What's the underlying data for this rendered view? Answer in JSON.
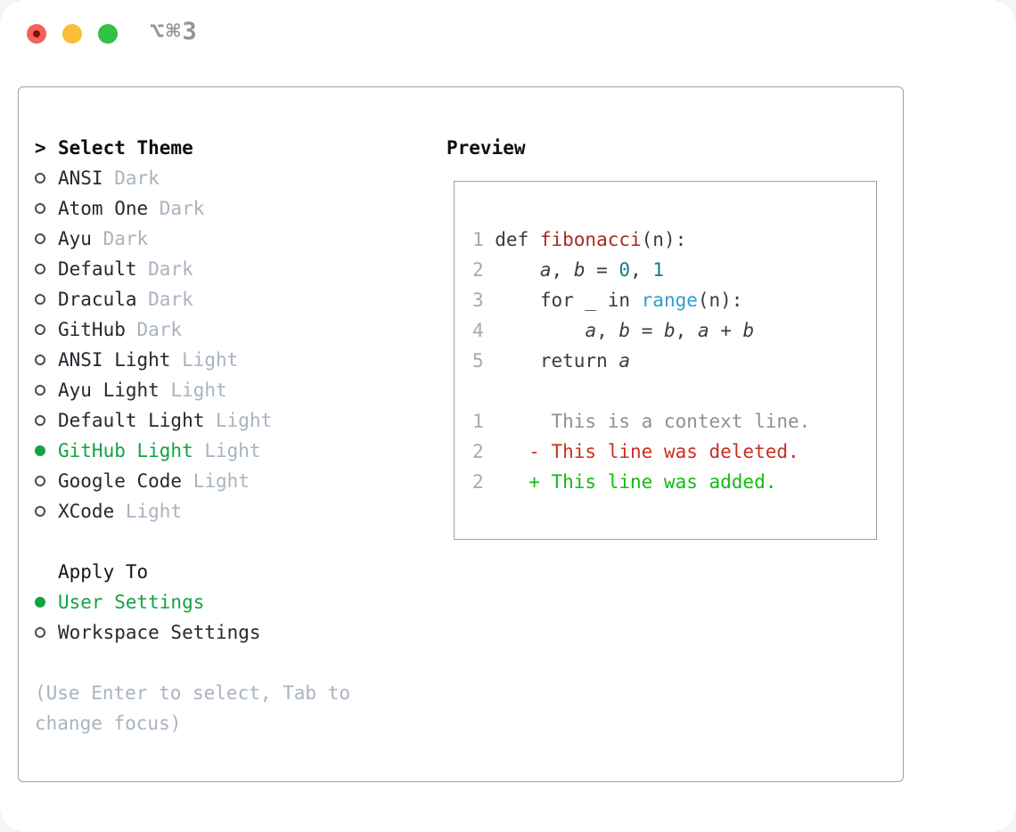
{
  "window": {
    "title": "⌥⌘3",
    "traffic_lights": {
      "close_color": "#f6605a",
      "close_dot_color": "#7e120a",
      "minimize_color": "#f9bd39",
      "zoom_color": "#32c144"
    }
  },
  "colors": {
    "panel_border": "#99a1aa",
    "selected_green": "#12a341",
    "muted_gray": "#a9b3bf",
    "code_text": "#373d44",
    "function_red": "#ab2a1e",
    "number_teal": "#137a85",
    "builtin_blue": "#2e9dd4",
    "diff_deleted_red": "#c92f1f",
    "diff_added_green": "#10bd10",
    "diff_context_gray": "#8a9199"
  },
  "theme_section": {
    "header_prefix": ">",
    "header": "Select Theme",
    "items": [
      {
        "name": "ANSI",
        "variant": "Dark",
        "selected": false
      },
      {
        "name": "Atom One",
        "variant": "Dark",
        "selected": false
      },
      {
        "name": "Ayu",
        "variant": "Dark",
        "selected": false
      },
      {
        "name": "Default",
        "variant": "Dark",
        "selected": false
      },
      {
        "name": "Dracula",
        "variant": "Dark",
        "selected": false
      },
      {
        "name": "GitHub",
        "variant": "Dark",
        "selected": false
      },
      {
        "name": "ANSI Light",
        "variant": "Light",
        "selected": false
      },
      {
        "name": "Ayu Light",
        "variant": "Light",
        "selected": false
      },
      {
        "name": "Default Light",
        "variant": "Light",
        "selected": false
      },
      {
        "name": "GitHub Light",
        "variant": "Light",
        "selected": true
      },
      {
        "name": "Google Code",
        "variant": "Light",
        "selected": false
      },
      {
        "name": "XCode",
        "variant": "Light",
        "selected": false
      }
    ]
  },
  "apply_section": {
    "header": "Apply To",
    "items": [
      {
        "label": "User Settings",
        "selected": true
      },
      {
        "label": "Workspace Settings",
        "selected": false
      }
    ]
  },
  "hint": {
    "line1": "(Use Enter to select, Tab to",
    "line2": "change focus)"
  },
  "preview": {
    "header": "Preview",
    "code": [
      {
        "no": "1",
        "tokens": [
          {
            "t": "def ",
            "c": "p"
          },
          {
            "t": "fibonacci",
            "c": "fn"
          },
          {
            "t": "(n):",
            "c": "p"
          }
        ]
      },
      {
        "no": "2",
        "tokens": [
          {
            "t": "    ",
            "c": "p"
          },
          {
            "t": "a",
            "c": "v"
          },
          {
            "t": ", ",
            "c": "p"
          },
          {
            "t": "b",
            "c": "v"
          },
          {
            "t": " = ",
            "c": "p"
          },
          {
            "t": "0",
            "c": "num"
          },
          {
            "t": ", ",
            "c": "p"
          },
          {
            "t": "1",
            "c": "num"
          }
        ]
      },
      {
        "no": "3",
        "tokens": [
          {
            "t": "    for _ in ",
            "c": "p"
          },
          {
            "t": "range",
            "c": "bi"
          },
          {
            "t": "(n):",
            "c": "p"
          }
        ]
      },
      {
        "no": "4",
        "tokens": [
          {
            "t": "        ",
            "c": "p"
          },
          {
            "t": "a",
            "c": "v"
          },
          {
            "t": ", ",
            "c": "p"
          },
          {
            "t": "b",
            "c": "v"
          },
          {
            "t": " = ",
            "c": "p"
          },
          {
            "t": "b",
            "c": "v"
          },
          {
            "t": ", ",
            "c": "p"
          },
          {
            "t": "a",
            "c": "v"
          },
          {
            "t": " + ",
            "c": "p"
          },
          {
            "t": "b",
            "c": "v"
          }
        ]
      },
      {
        "no": "5",
        "tokens": [
          {
            "t": "    return ",
            "c": "p"
          },
          {
            "t": "a",
            "c": "v"
          }
        ]
      }
    ],
    "diff": [
      {
        "no": "1",
        "text": "     This is a context line."
      },
      {
        "no": "2",
        "text": "   - This line was deleted."
      },
      {
        "no": "2",
        "text": "   + This line was added."
      }
    ]
  }
}
